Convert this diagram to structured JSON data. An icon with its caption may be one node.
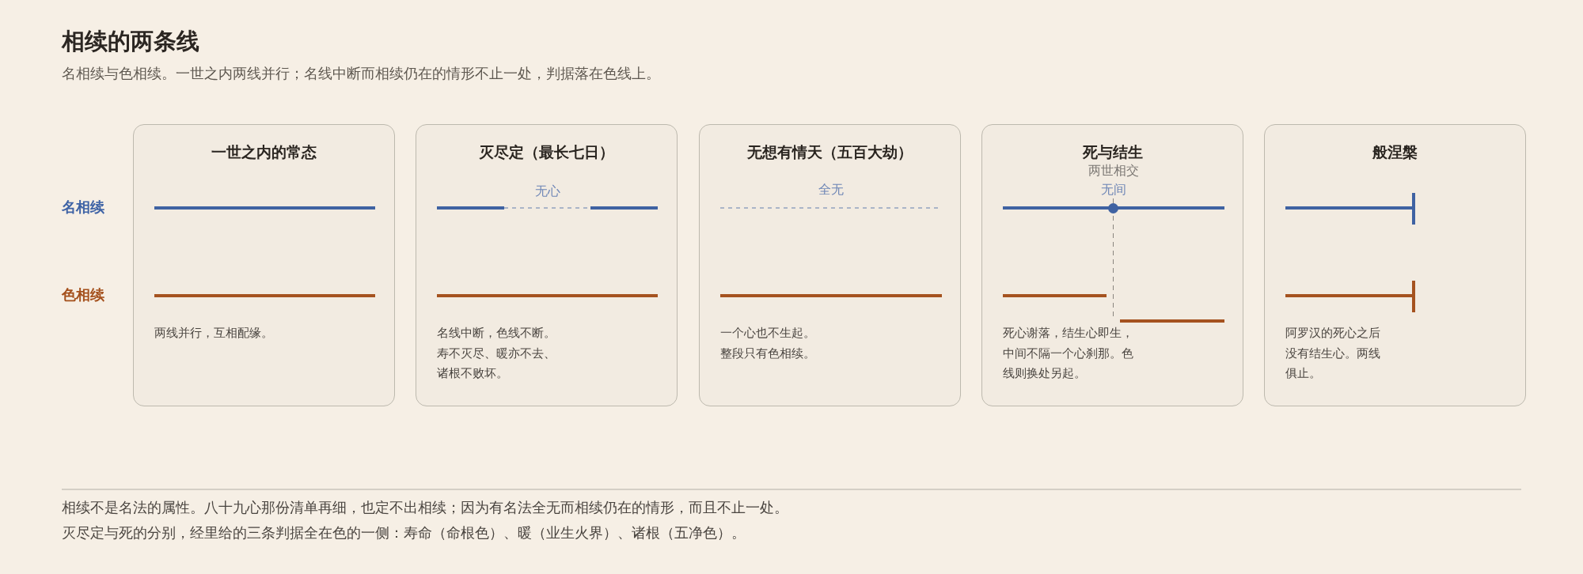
{
  "diagram": {
    "title": "相续的两条线",
    "nodes": [
      {
        "text": [
          "一世之内的常态",
          "两线并行，互相配缘。"
        ]
      },
      {
        "text": [
          "灭尽定（最长七日）",
          "无心",
          "名线中断，色线不断。寿不灭尽、暖亦不去、诸根不败坏。"
        ]
      },
      {
        "text": [
          "无想有情天（五百大劫）",
          "全无",
          "一个心也不生起。整段只有色相续。"
        ]
      },
      {
        "text": [
          "死与结生",
          "两世相交",
          "无间",
          "死心谢落，结生心即生，中间不隔一个心刹那。色线则换处另起。"
        ]
      },
      {
        "text": [
          "般涅槃",
          "阿罗汉的死心之后没有结生心。两线俱止。"
        ]
      }
    ],
    "labels": [
      "名相续与色相续。一世之内两线并行；名线中断而相续仍在的情形不止一处，判据落在色线上。",
      "名相续",
      "色相续",
      "相续不是名法的属性。八十九心那份清单再细，也定不出相续；因为有名法全无而相续仍在的情形，而且不止一处。",
      "灭尽定与死的分别，经里给的三条判据全在色的一侧：寿命（命根色）、暖（业生火界）、诸根（五净色）。"
    ]
  }
}
